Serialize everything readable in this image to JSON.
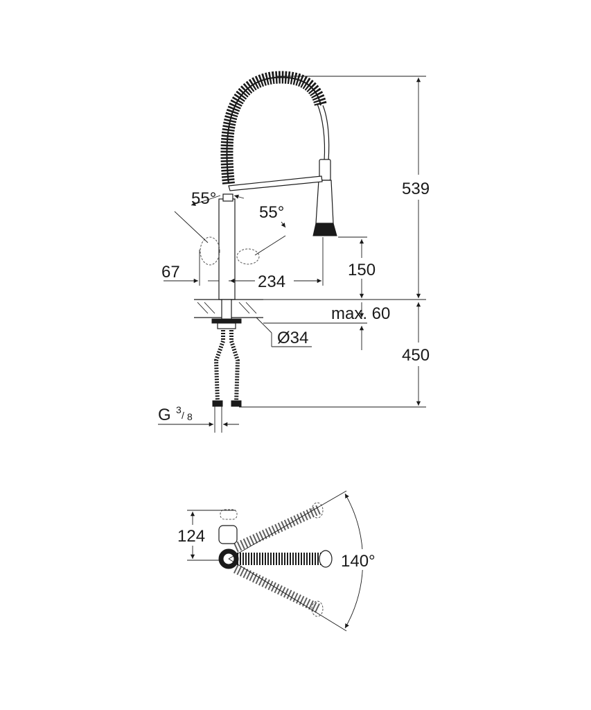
{
  "dimensions": {
    "height_total": "539",
    "below_counter": "450",
    "spout_clearance": "150",
    "reach": "234",
    "lever_offset": "67",
    "counter_thickness": "max. 60",
    "hole_diameter": "Ø34",
    "angle_left": "55°",
    "angle_right": "55°",
    "connection_prefix": "G",
    "connection_num": "3",
    "connection_den": "8",
    "top_view_depth": "124",
    "swivel_angle": "140°"
  }
}
